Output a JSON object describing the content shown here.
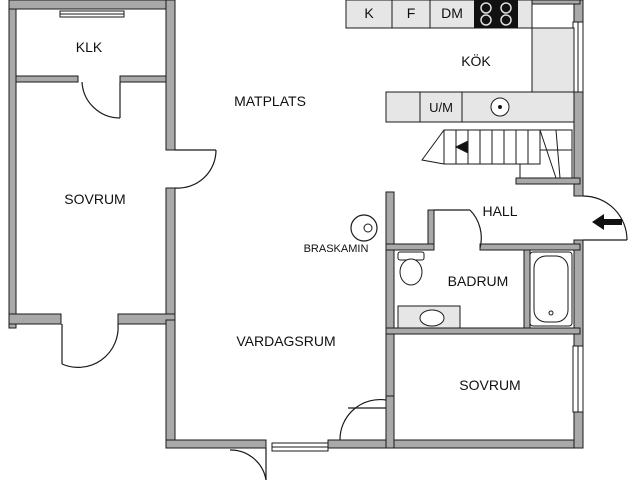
{
  "rooms": {
    "klk": "KLK",
    "sovrum_left": "SOVRUM",
    "matplats": "MATPLATS",
    "kok": "KÖK",
    "hall": "HALL",
    "braskamin": "BRASKAMIN",
    "badrum": "BADRUM",
    "vardagsrum": "VARDAGSRUM",
    "sovrum_right": "SOVRUM"
  },
  "appliances": {
    "fridge": "K",
    "freezer": "F",
    "dishwasher": "DM",
    "washer": "U/M"
  },
  "colors": {
    "wall": "#a9a9a9",
    "wall_edge": "#1a1a1a",
    "counter": "#e6e6e6",
    "stove": "#111111"
  }
}
